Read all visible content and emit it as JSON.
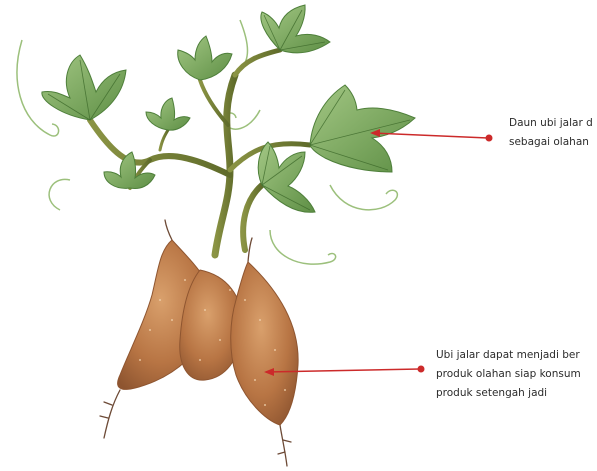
{
  "annotations": {
    "leaf": {
      "lines": [
        "Daun ubi jalar d",
        "sebagai olahan"
      ]
    },
    "tuber": {
      "lines": [
        "Ubi jalar dapat menjadi ber",
        "produk olahan siap konsum",
        "produk setengah jadi"
      ]
    }
  },
  "colors": {
    "pointer": "#cc2a2a",
    "leaf_light": "#8ab56a",
    "leaf_dark": "#4e7f3a",
    "stem": "#7f8a3c",
    "tuber_light": "#c98b58",
    "tuber_dark": "#9b5f36",
    "root": "#6d4a36"
  }
}
